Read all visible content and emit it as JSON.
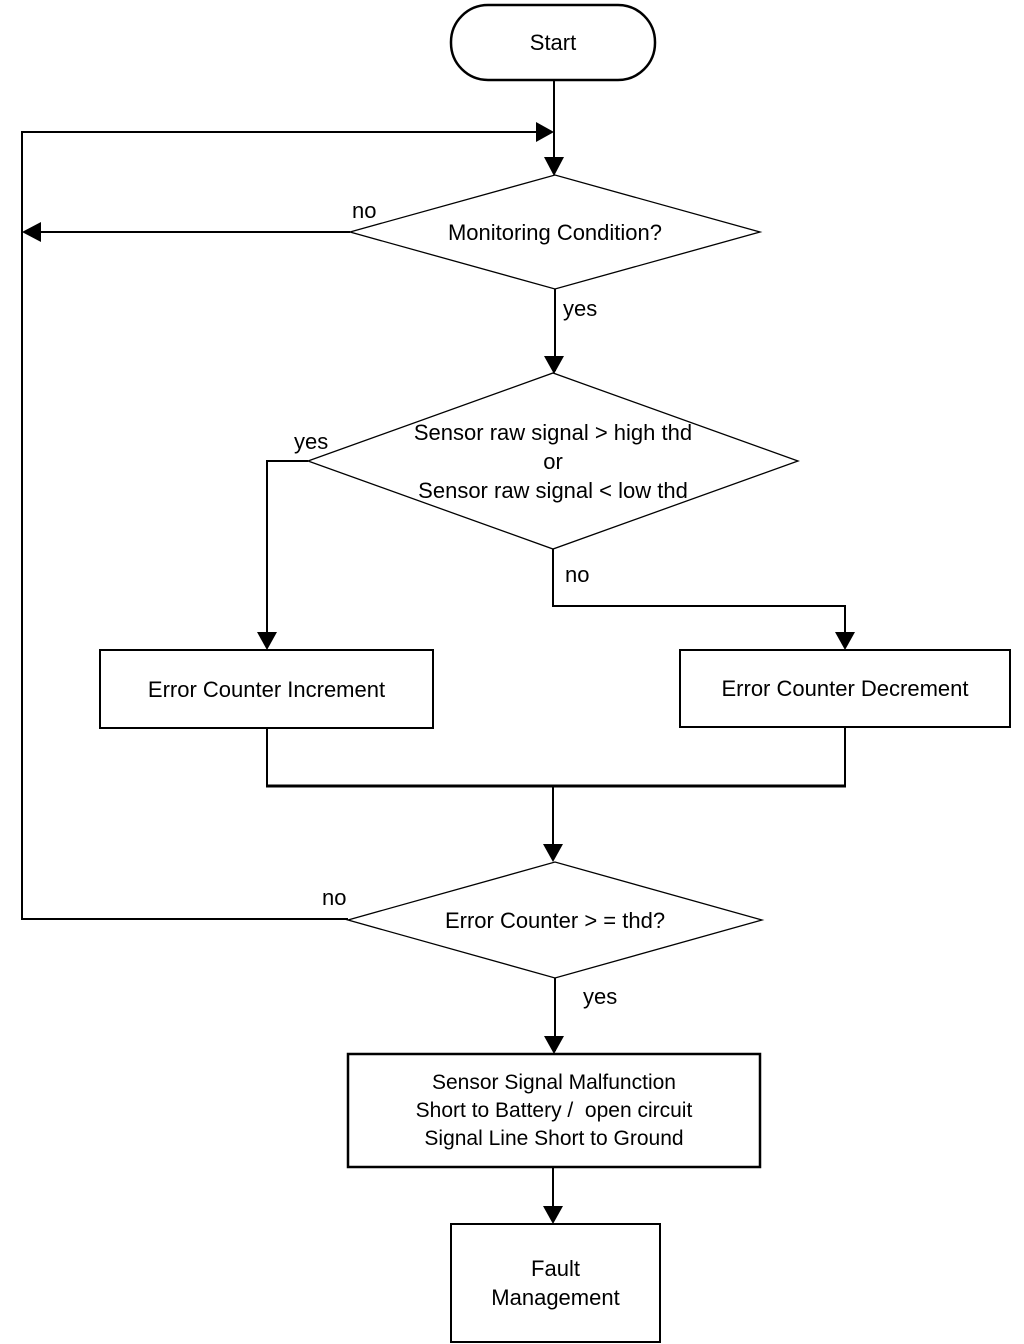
{
  "diagram": {
    "type": "flowchart",
    "colors": {
      "line": "#000000",
      "background": "#ffffff"
    },
    "nodes": {
      "start": "Start",
      "monitoring": "Monitoring Condition?",
      "signal": "Sensor raw signal > high thd\nor\nSensor raw signal < low thd",
      "increment": "Error Counter Increment",
      "decrement": "Error Counter Decrement",
      "counter": "Error Counter > = thd?",
      "malfunction": "Sensor Signal Malfunction\nShort to Battery /  open circuit\nSignal Line Short to Ground",
      "fault": "Fault\nManagement"
    },
    "edge_labels": {
      "monitoring_no": "no",
      "monitoring_yes": "yes",
      "signal_yes": "yes",
      "signal_no": "no",
      "counter_no": "no",
      "counter_yes": "yes"
    },
    "edges": [
      {
        "from": "start",
        "to": "monitoring",
        "label": ""
      },
      {
        "from": "monitoring",
        "to": "left-loop",
        "label": "no"
      },
      {
        "from": "monitoring",
        "to": "signal",
        "label": "yes"
      },
      {
        "from": "signal",
        "to": "increment",
        "label": "yes"
      },
      {
        "from": "signal",
        "to": "decrement",
        "label": "no"
      },
      {
        "from": "increment",
        "to": "counter",
        "label": ""
      },
      {
        "from": "decrement",
        "to": "counter",
        "label": ""
      },
      {
        "from": "counter",
        "to": "left-loop",
        "label": "no"
      },
      {
        "from": "left-loop",
        "to": "monitoring",
        "label": ""
      },
      {
        "from": "counter",
        "to": "malfunction",
        "label": "yes"
      },
      {
        "from": "malfunction",
        "to": "fault",
        "label": ""
      }
    ]
  }
}
